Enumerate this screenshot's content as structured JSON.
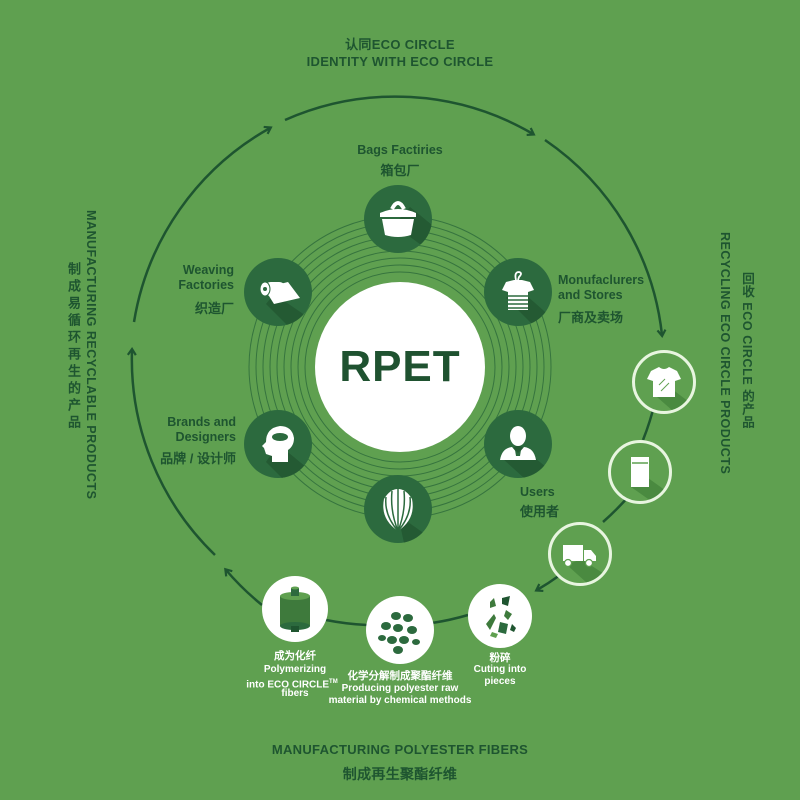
{
  "top": {
    "title_zh": "认同ECO CIRCLE",
    "title_en": "IDENTITY WITH ECO CIRCLE"
  },
  "left_side": {
    "en": "MANUFACTURING RECYCLABLE PRODUCTS",
    "zh": "制成易循环再生的产品"
  },
  "right_side": {
    "en": "RECYCLING ECO CIRCLE PRODUCTS",
    "zh": "回收 ECO CIRCLE 的产品"
  },
  "bottom": {
    "title_en": "MANUFACTURING POLYESTER FIBERS",
    "title_zh": "制成再生聚酯纤维"
  },
  "center": {
    "label": "RPET"
  },
  "inner_nodes": [
    {
      "id": "bags",
      "en": "Bags  Factiries",
      "zh": "箱包厂",
      "icon": "bag-icon"
    },
    {
      "id": "manufacturers",
      "en_line1": "Monufaclurers",
      "en_line2": "and Stores",
      "zh": "厂商及卖场",
      "icon": "shirt-hanger-icon"
    },
    {
      "id": "users",
      "en": "Users",
      "zh": "使用者",
      "icon": "user-icon"
    },
    {
      "id": "shell",
      "icon": "shell-icon"
    },
    {
      "id": "brands",
      "en_line1": "Brands and",
      "en_line2": "Designers",
      "zh": "品牌 / 设计师",
      "icon": "head-brain-icon"
    },
    {
      "id": "weaving",
      "en_line1": "Weaving",
      "en_line2": "Factories",
      "zh": "织造厂",
      "icon": "fabric-roll-icon"
    }
  ],
  "recycle_nodes": [
    {
      "id": "tshirt",
      "icon": "tshirt-icon"
    },
    {
      "id": "bin",
      "icon": "collection-bin-icon"
    },
    {
      "id": "truck",
      "icon": "truck-icon"
    }
  ],
  "process_nodes": [
    {
      "id": "cutting",
      "zh": "粉碎",
      "en_line1": "Cuting into",
      "en_line2": "pieces",
      "icon": "shredded-pieces-icon"
    },
    {
      "id": "chemical",
      "zh": "化学分解制成聚酯纤维",
      "en_line1": "Producing polyester raw",
      "en_line2": "material by chemical methods",
      "icon": "pellets-icon"
    },
    {
      "id": "polymerizing",
      "zh": "成为化纤",
      "en_line1": "Polymerizing",
      "en_line2": "into ECO CIRCLE",
      "tm": "TM",
      "en_line3": "fibers",
      "icon": "fiber-spool-icon"
    }
  ],
  "colors": {
    "background": "#5fa050",
    "dark_green": "#2c6a3e",
    "text_green": "#1e5530",
    "white": "#ffffff"
  }
}
